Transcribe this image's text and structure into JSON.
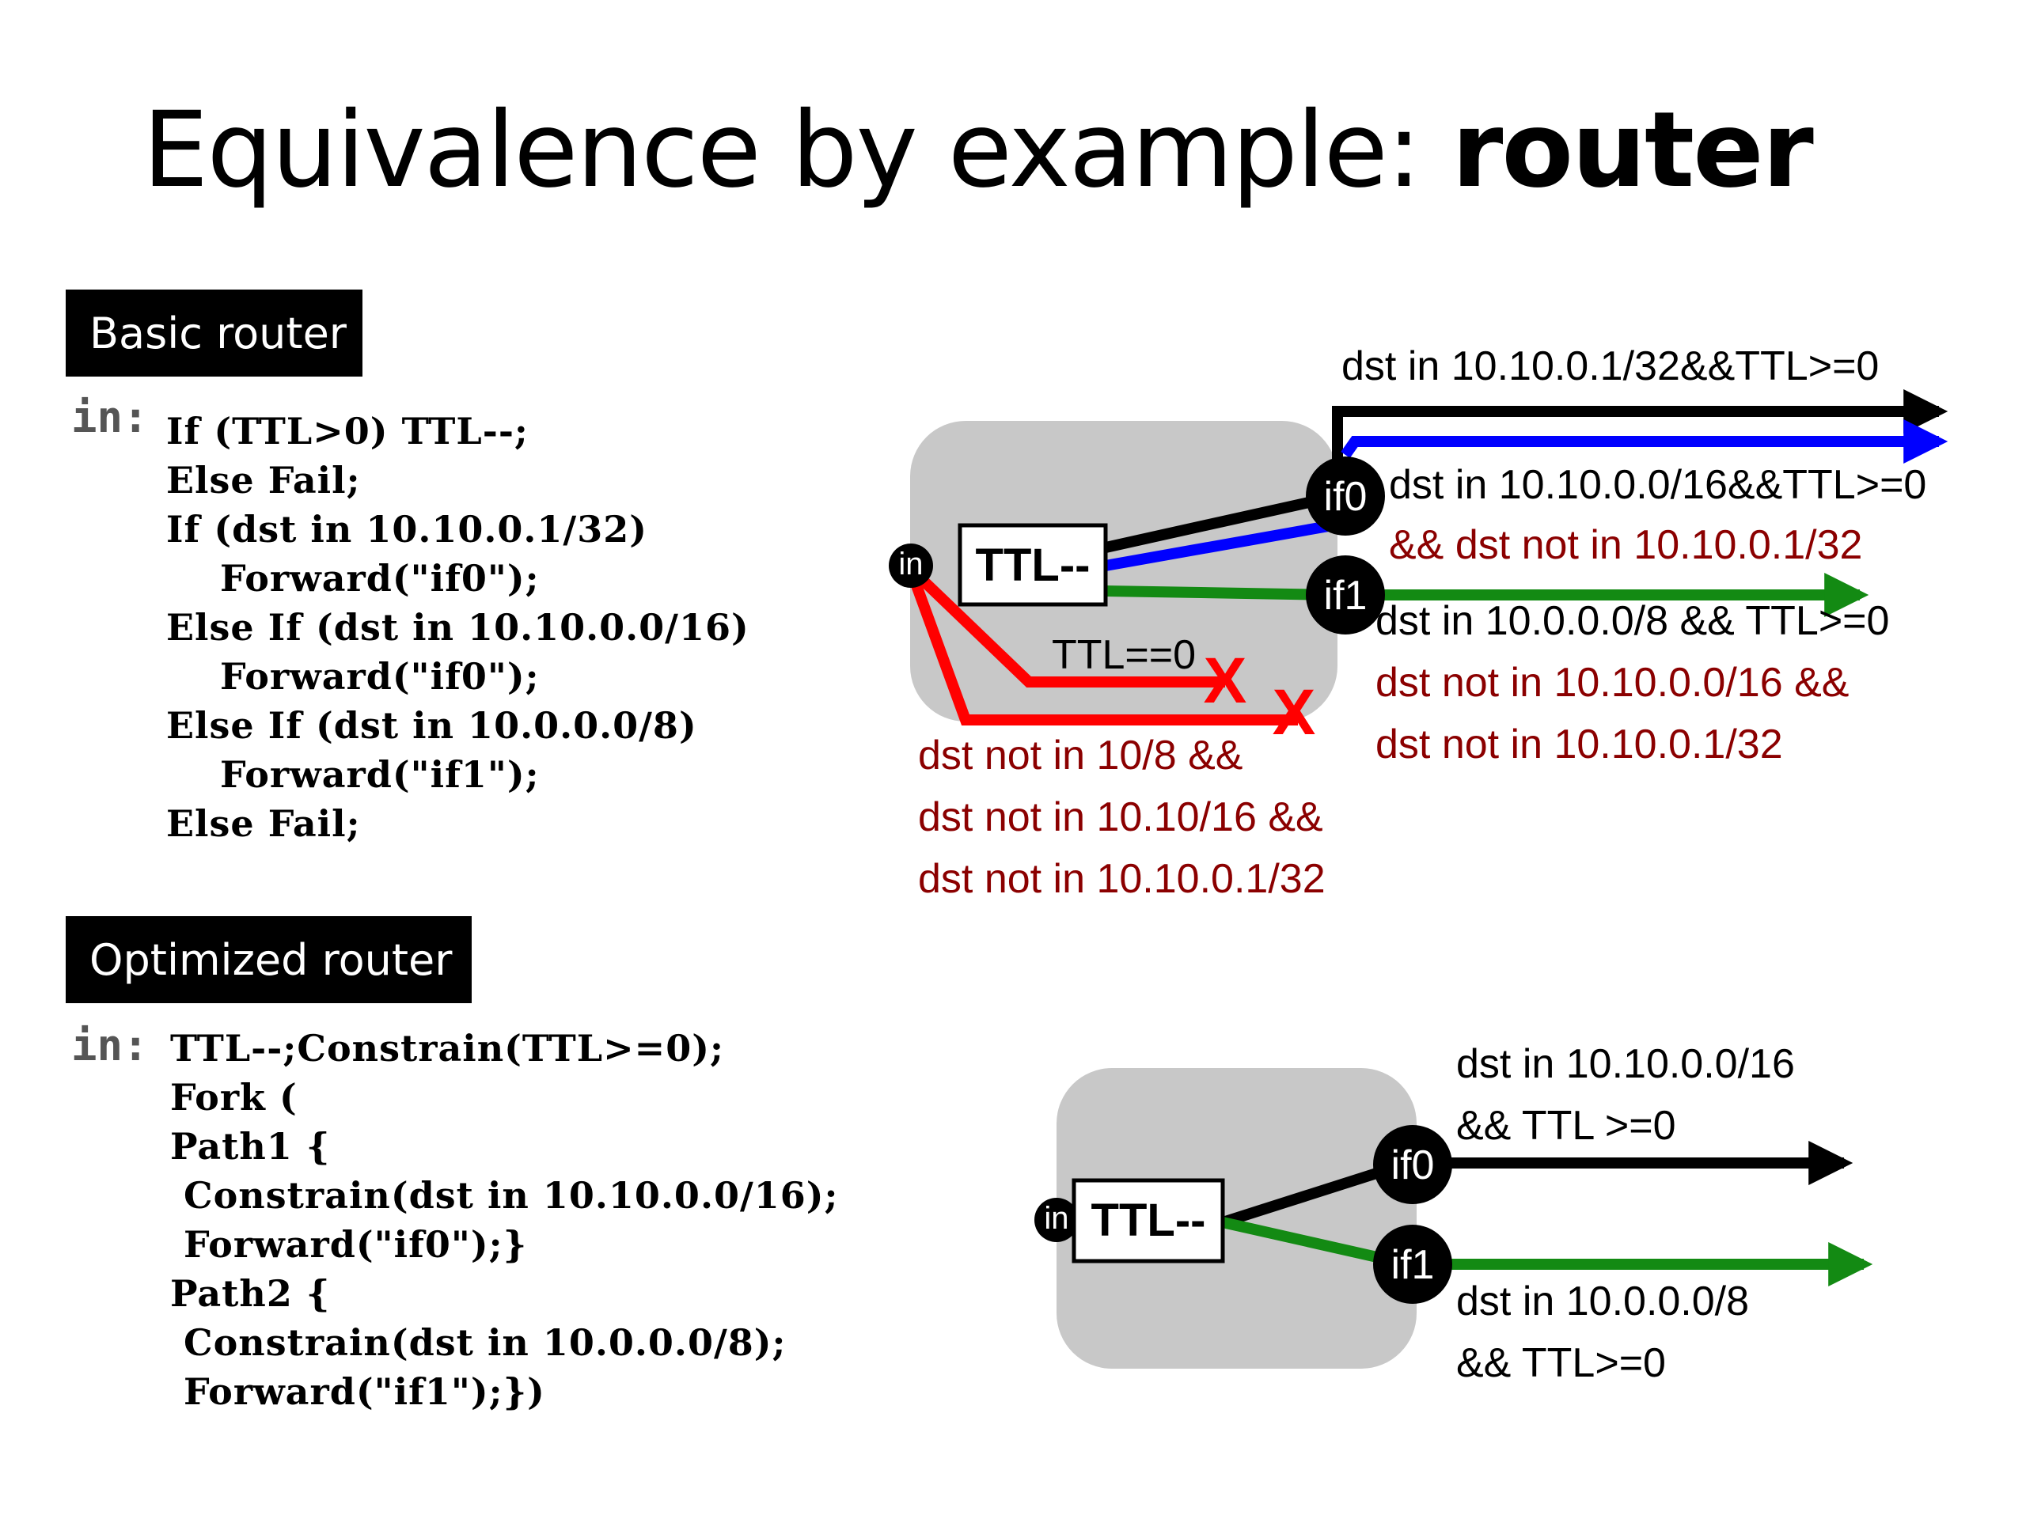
{
  "title": {
    "regular": "Equivalence by example: ",
    "bold": "router"
  },
  "basic": {
    "tag": "Basic router",
    "in_label": "in:",
    "code": [
      "If (TTL>0) TTL--;",
      "Else Fail;",
      "If (dst in 10.10.0.1/32)",
      "    Forward(\"if0\");",
      "Else If (dst in 10.10.0.0/16)",
      "    Forward(\"if0\");",
      "Else If (dst in 10.0.0.0/8)",
      "    Forward(\"if1\");",
      "Else Fail;"
    ]
  },
  "optimized": {
    "tag": "Optimized router",
    "in_label": "in:",
    "code": [
      "TTL--;Constrain(TTL>=0);",
      "Fork (",
      "Path1 {",
      " Constrain(dst in 10.10.0.0/16);",
      " Forward(\"if0\");}",
      "Path2 {",
      " Constrain(dst in 10.0.0.0/8);",
      " Forward(\"if1\");})"
    ]
  },
  "diagram_basic": {
    "node_in": "in",
    "node_if0": "if0",
    "node_if1": "if1",
    "box": "TTL--",
    "ttl_zero": "TTL==0",
    "drop_mark": "X",
    "black_arrow_label": "dst in 10.10.0.1/32&&TTL>=0",
    "blue_label_1": "dst in 10.10.0.0/16&&TTL>=0",
    "blue_label_2": "&& dst not in 10.10.0.1/32",
    "green_label_1": "dst in 10.0.0.0/8 && TTL>=0",
    "green_label_2": "dst not in 10.10.0.0/16 &&",
    "green_label_3": "dst not in 10.10.0.1/32",
    "drop_label_1": "dst not in 10/8 &&",
    "drop_label_2": "dst not in 10.10/16 &&",
    "drop_label_3": "dst not in 10.10.0.1/32"
  },
  "diagram_opt": {
    "node_in": "in",
    "node_if0": "if0",
    "node_if1": "if1",
    "box": "TTL--",
    "if0_label_1": "dst in 10.10.0.0/16",
    "if0_label_2": "&& TTL >=0",
    "if1_label_1": "dst in 10.0.0.0/8",
    "if1_label_2": "&& TTL>=0"
  },
  "colors": {
    "dark_red_text": "#8b0000",
    "red_path": "#ff0000",
    "blue_path": "#0000ff",
    "green_path": "#138a13",
    "gray_box": "#c8c8c8"
  }
}
